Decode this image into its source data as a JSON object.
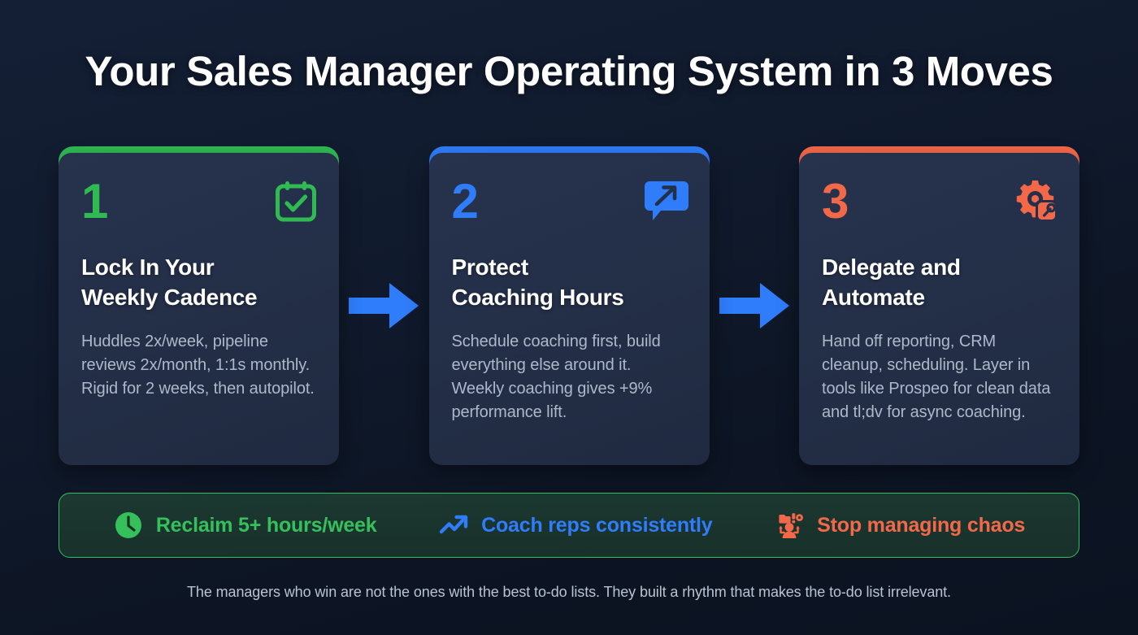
{
  "title": "Your Sales Manager Operating System in 3 Moves",
  "colors": {
    "background_top": "#141f35",
    "background_bottom": "#0b1220",
    "card_background": "#27334d",
    "green": "#2fba52",
    "blue": "#2f7dfb",
    "orange": "#f4684a",
    "title_text": "#ffffff",
    "body_text": "#aeb8c8",
    "footer_text": "#b9c3d2",
    "benefits_border": "#35c05c",
    "benefits_background": "#1e3e32"
  },
  "cards": [
    {
      "number": "1",
      "title": "Lock In Your\nWeekly Cadence",
      "body": "Huddles 2x/week, pipeline reviews 2x/month, 1:1s monthly. Rigid for 2 weeks, then autopilot.",
      "accent": "#2fba52",
      "icon": "calendar-check-icon"
    },
    {
      "number": "2",
      "title": "Protect\nCoaching Hours",
      "body": "Schedule coaching first, build everything else around it. Weekly coaching gives +9% performance lift.",
      "accent": "#2f7dfb",
      "icon": "chat-arrow-up-right-icon"
    },
    {
      "number": "3",
      "title": "Delegate and\nAutomate",
      "body": "Hand off reporting, CRM cleanup, scheduling. Layer in tools like Prospeo for clean data and tl;dv for async coaching.",
      "accent": "#f4684a",
      "icon": "gear-wrench-icon"
    }
  ],
  "connectors": [
    {
      "icon": "arrow-right-icon",
      "color": "#2f7dfb"
    },
    {
      "icon": "arrow-right-icon",
      "color": "#2f7dfb"
    }
  ],
  "benefits": [
    {
      "label": "Reclaim 5+ hours/week",
      "color": "#35c05c",
      "icon": "clock-icon"
    },
    {
      "label": "Coach reps consistently",
      "color": "#2f7dfb",
      "icon": "trending-up-icon"
    },
    {
      "label": "Stop managing chaos",
      "color": "#f4684a",
      "icon": "delegate-person-icon"
    }
  ],
  "footer": "The managers who win are not the ones with the best to-do lists. They built a rhythm that makes the to-do list irrelevant."
}
